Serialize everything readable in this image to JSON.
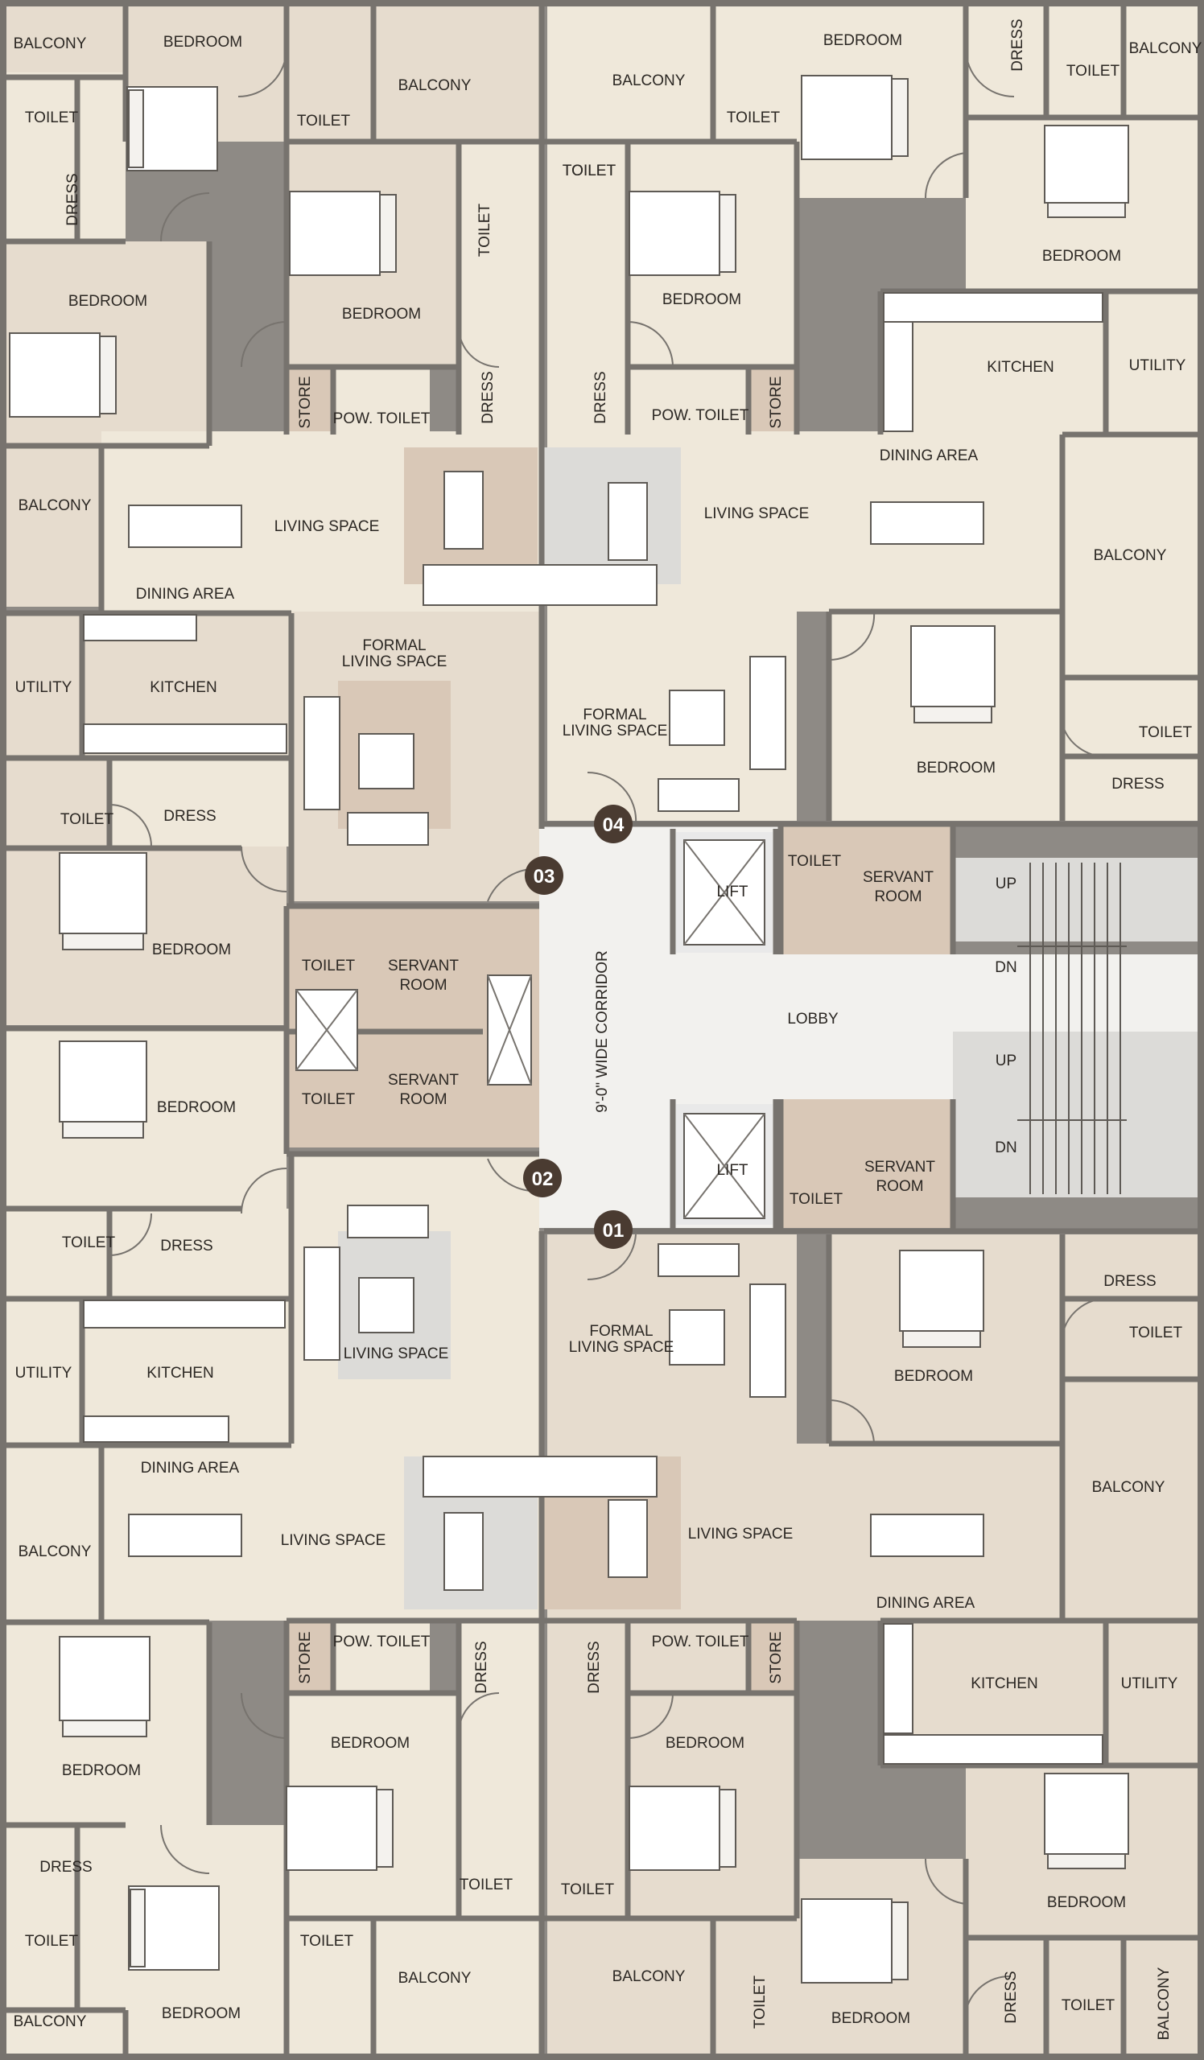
{
  "colors": {
    "cream": "#efe8da",
    "beige": "#e6dcce",
    "taupe": "#d9c8b7",
    "grey": "#dcdbd8",
    "corridor": "#f2f1ee",
    "wall": "#77736e",
    "badge": "#4a3b31"
  },
  "labels": {
    "balcony": "BALCONY",
    "bedroom": "BEDROOM",
    "toilet": "TOILET",
    "dress": "DRESS",
    "store": "STORE",
    "pow_toilet": "POW. TOILET",
    "kitchen": "KITCHEN",
    "utility": "UTILITY",
    "dining_area": "DINING AREA",
    "living_space": "LIVING SPACE",
    "formal_1": "FORMAL",
    "formal_2": "LIVING SPACE",
    "servant_1": "SERVANT",
    "servant_2": "ROOM",
    "lift": "LIFT",
    "lobby": "LOBBY",
    "up": "UP",
    "dn": "DN",
    "corridor": "9'-0\" WIDE CORRIDOR"
  },
  "units": [
    "01",
    "02",
    "03",
    "04"
  ]
}
